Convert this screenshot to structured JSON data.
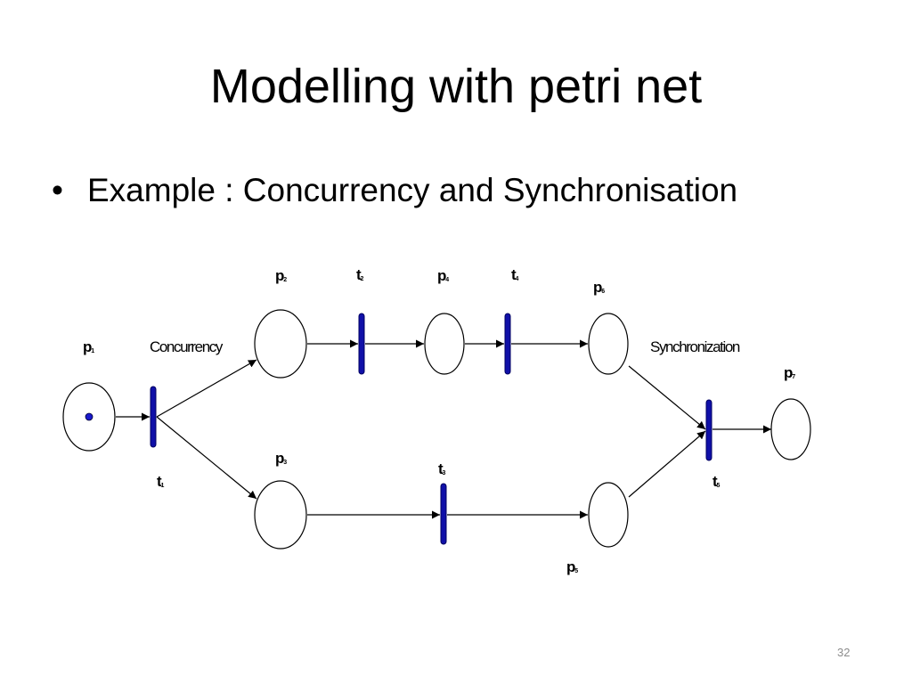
{
  "slide": {
    "title": "Modelling with petri net",
    "bullet_symbol": "•",
    "bullet_text": "Example : Concurrency and Synchronisation",
    "page_number": "32"
  },
  "diagram": {
    "places": [
      {
        "id": "p1",
        "label": "p",
        "sub": "1",
        "tokens": 1
      },
      {
        "id": "p2",
        "label": "p",
        "sub": "2",
        "tokens": 0
      },
      {
        "id": "p3",
        "label": "p",
        "sub": "3",
        "tokens": 0
      },
      {
        "id": "p4",
        "label": "p",
        "sub": "4",
        "tokens": 0
      },
      {
        "id": "p5",
        "label": "p",
        "sub": "5",
        "tokens": 0
      },
      {
        "id": "p6",
        "label": "p",
        "sub": "6",
        "tokens": 0
      },
      {
        "id": "p7",
        "label": "p",
        "sub": "7",
        "tokens": 0
      }
    ],
    "transitions": [
      {
        "id": "t1",
        "label": "t",
        "sub": "1"
      },
      {
        "id": "t2",
        "label": "t",
        "sub": "2"
      },
      {
        "id": "t3",
        "label": "t",
        "sub": "3"
      },
      {
        "id": "t4",
        "label": "t",
        "sub": "4"
      },
      {
        "id": "t5",
        "label": "t",
        "sub": "5"
      }
    ],
    "captions": {
      "concurrency": "Concurrency",
      "synchronization": "Synchronization"
    },
    "arcs": [
      [
        "p1",
        "t1"
      ],
      [
        "t1",
        "p2"
      ],
      [
        "t1",
        "p3"
      ],
      [
        "p2",
        "t2"
      ],
      [
        "t2",
        "p4"
      ],
      [
        "p4",
        "t4"
      ],
      [
        "t4",
        "p6"
      ],
      [
        "p3",
        "t3"
      ],
      [
        "t3",
        "p5"
      ],
      [
        "p6",
        "t5"
      ],
      [
        "p5",
        "t5"
      ],
      [
        "t5",
        "p7"
      ]
    ],
    "colors": {
      "transition_fill": "#1010a8",
      "transition_edge": "#000060",
      "token": "#1a1acc",
      "line": "#000000"
    }
  }
}
